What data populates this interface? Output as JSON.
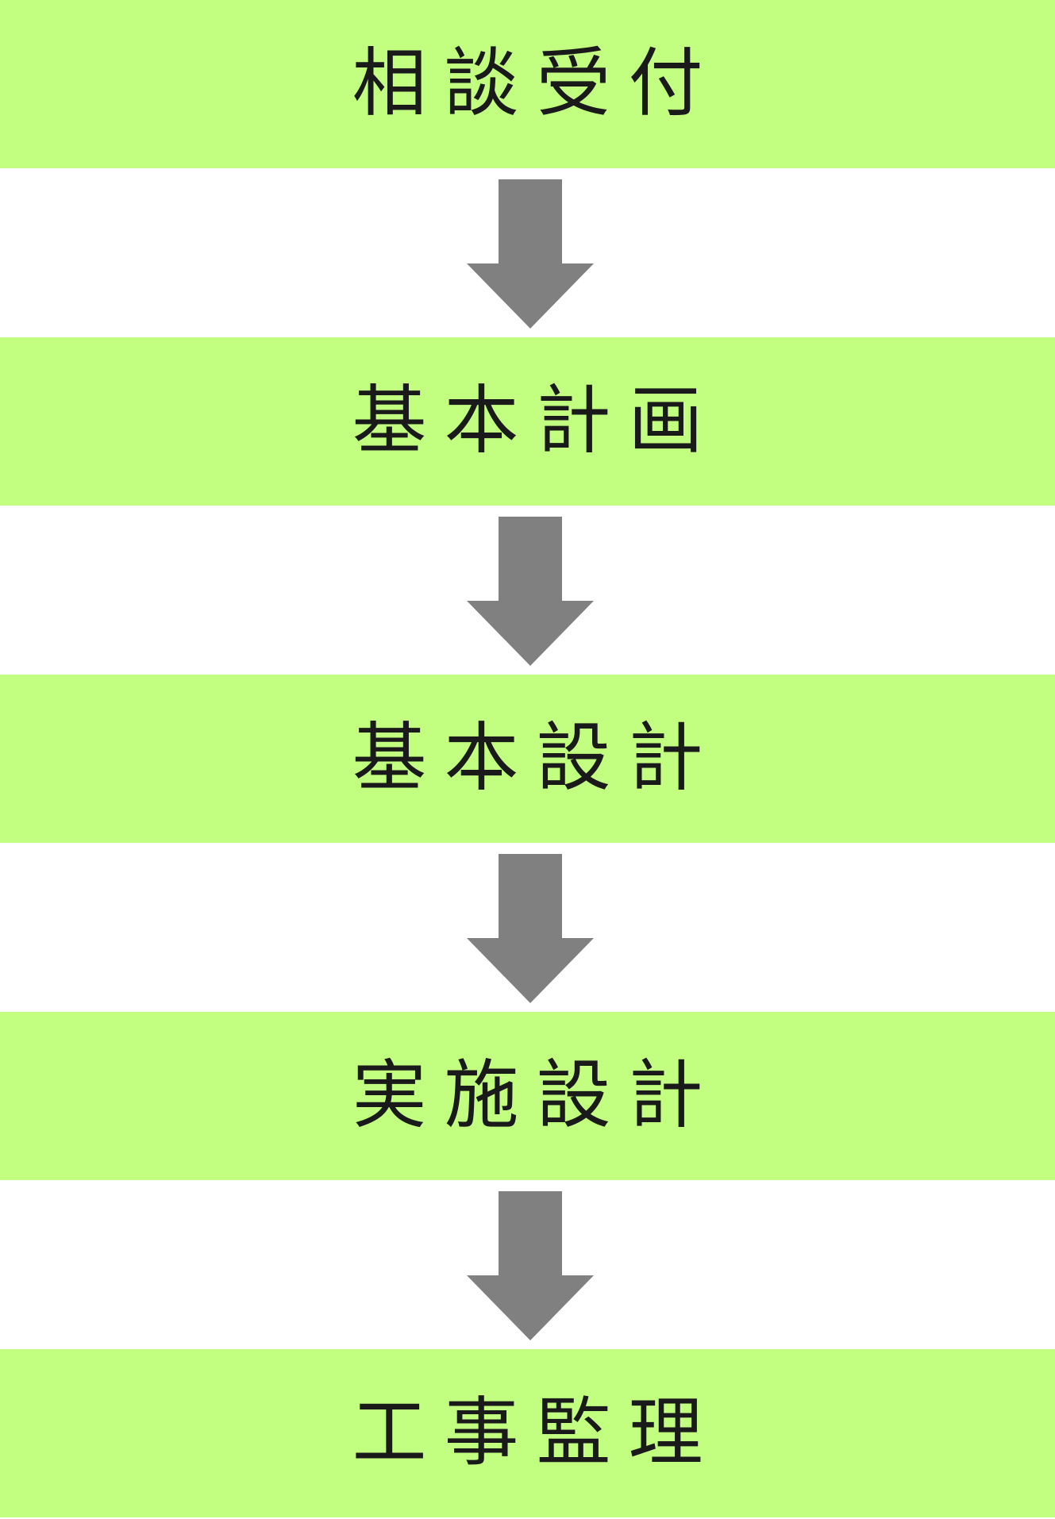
{
  "colors": {
    "step_fill": "#c2ff80",
    "arrow_fill": "#808080",
    "text": "#1a1a1a",
    "background": "#ffffff"
  },
  "flow": {
    "steps": [
      {
        "label": "相談受付"
      },
      {
        "label": "基本計画"
      },
      {
        "label": "基本設計"
      },
      {
        "label": "実施設計"
      },
      {
        "label": "工事監理"
      }
    ],
    "arrows": [
      {
        "icon": "down-arrow-icon"
      },
      {
        "icon": "down-arrow-icon"
      },
      {
        "icon": "down-arrow-icon"
      },
      {
        "icon": "down-arrow-icon"
      }
    ]
  }
}
